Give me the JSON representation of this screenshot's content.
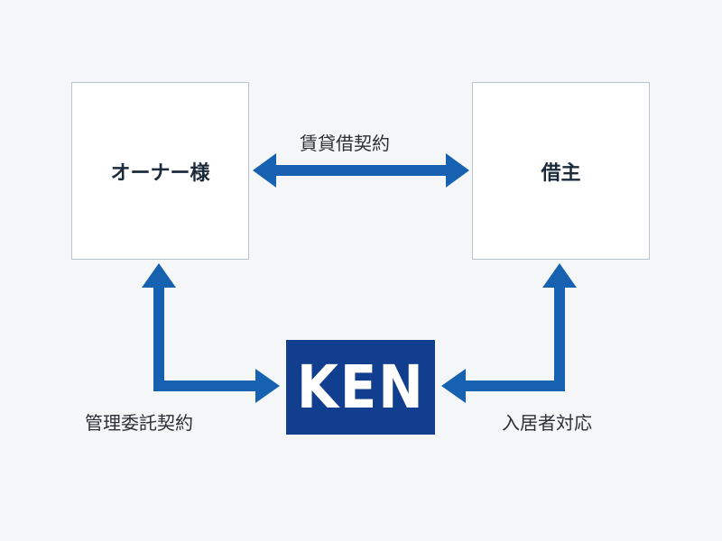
{
  "nodes": {
    "owner": "オーナー様",
    "tenant": "借主"
  },
  "relations": {
    "lease_contract": "賃貸借契約",
    "management_contract": "管理委託契約",
    "resident_support": "入居者対応"
  },
  "logo": {
    "text": "KEN"
  },
  "colors": {
    "arrow": "#1661b0",
    "logo_bg": "#123e8f",
    "box_border": "#b9c3d0",
    "background": "#f5f6f8"
  }
}
